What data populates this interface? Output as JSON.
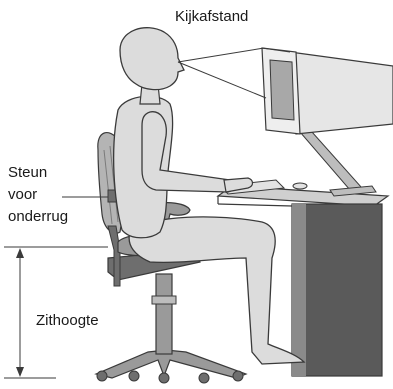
{
  "labels": {
    "viewing_distance": "Kijkafstand",
    "lumbar_support_line1": "Steun",
    "lumbar_support_line2": "voor",
    "lumbar_support_line3": "onderrug",
    "seat_height": "Zithoogte"
  },
  "colors": {
    "figure_fill": "#dcdcdc",
    "outline": "#3a3a3a",
    "chair_dark": "#6e6e6e",
    "chair_mid": "#9a9a9a",
    "desk_side": "#5a5a5a",
    "desk_top": "#cfcfcf",
    "monitor_body": "#e6e6e6",
    "monitor_screen": "#a8a8a8"
  }
}
